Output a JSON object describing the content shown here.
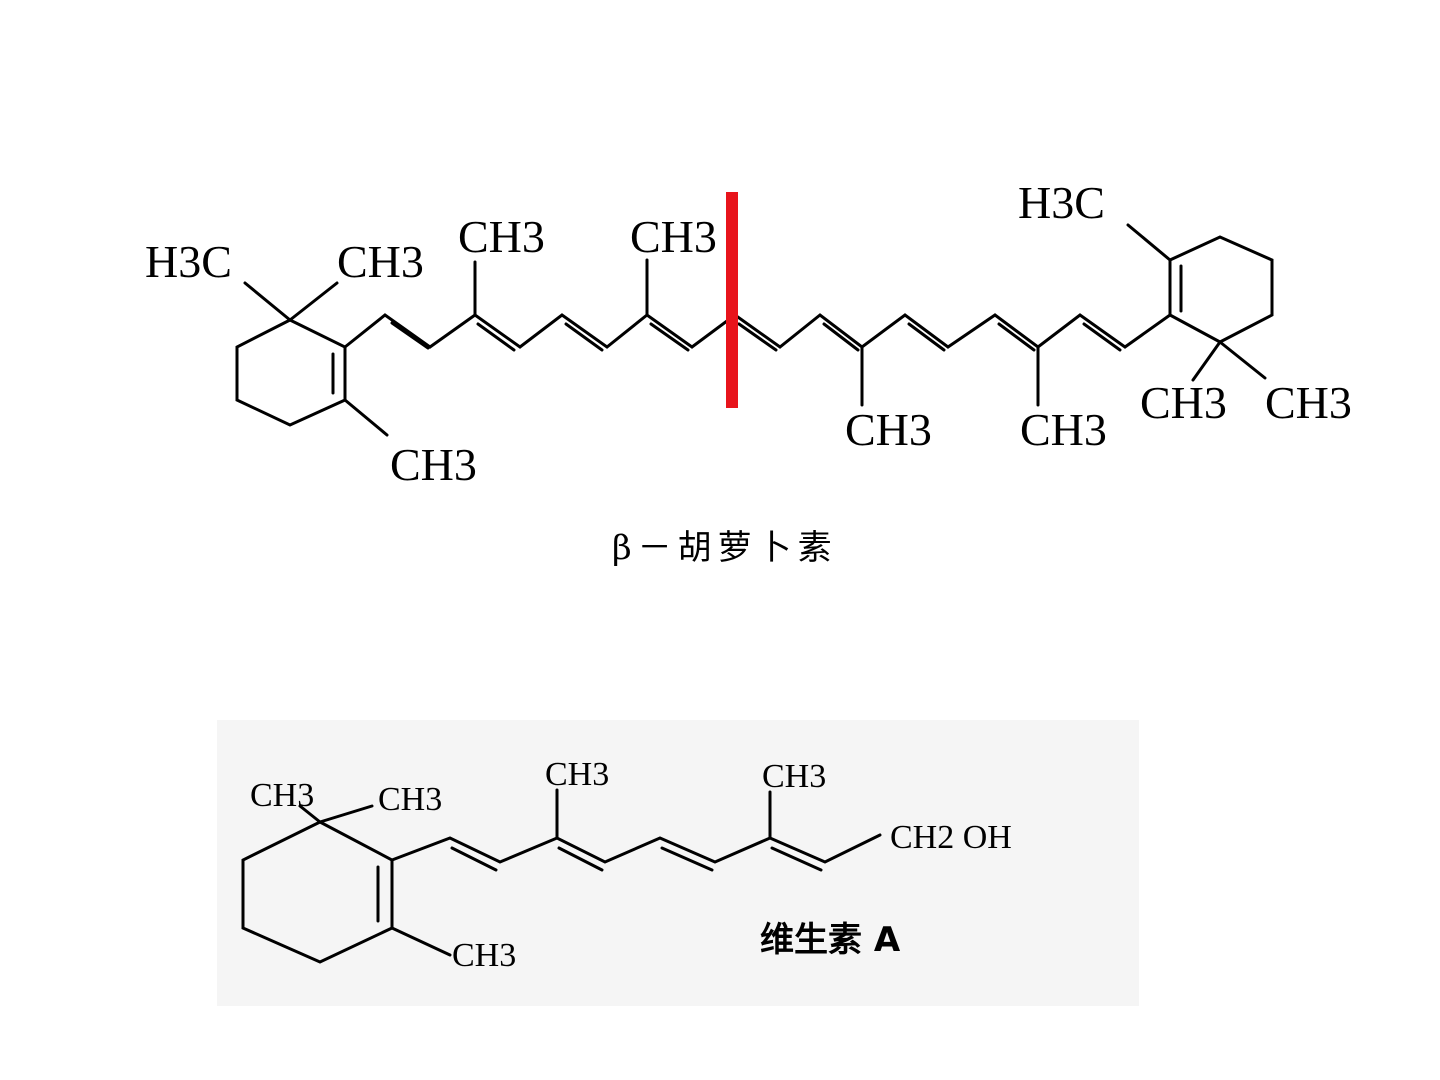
{
  "beta_carotene": {
    "caption": "β－胡萝卜素",
    "labels": {
      "l_h3c": "H3C",
      "l_ch3_gem": "CH3",
      "l_ch3_ring": "CH3",
      "l_ch3_m1": "CH3",
      "l_ch3_m2": "CH3",
      "l_ch3_m3": "CH3",
      "l_ch3_m4": "CH3",
      "r_h3c": "H3C",
      "r_ch3_a": "CH3",
      "r_ch3_b": "CH3"
    },
    "cleavage_marker_color": "#e8141c"
  },
  "vitamin_a": {
    "caption": "维生素 A",
    "labels": {
      "ch3_gem1": "CH3",
      "ch3_gem2": "CH3",
      "ch3_ring": "CH3",
      "ch3_m1": "CH3",
      "ch3_m2": "CH3",
      "ch2oh": "CH2 OH"
    },
    "panel_color": "#f5f5f5"
  }
}
